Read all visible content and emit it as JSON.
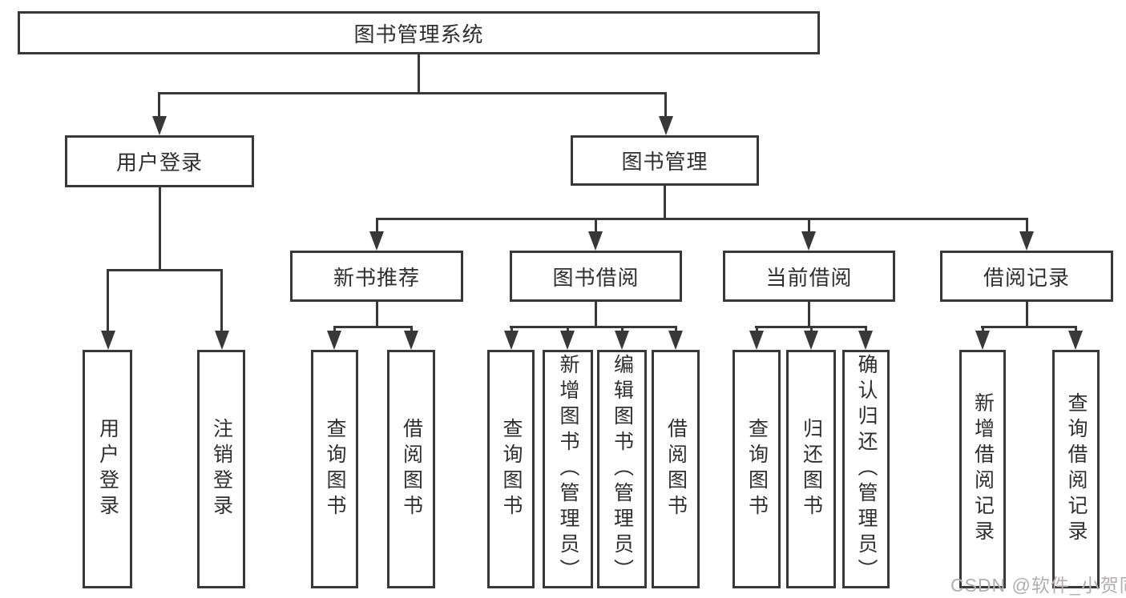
{
  "tree": {
    "root": {
      "label": "图书管理系统"
    },
    "user_login": {
      "label": "用户登录",
      "children": {
        "login": {
          "label": "用户登录"
        },
        "logout": {
          "label": "注销登录"
        }
      }
    },
    "book_mgmt": {
      "label": "图书管理",
      "children": {
        "new_book_rec": {
          "label": "新书推荐",
          "children": {
            "query_books": {
              "label": "查询图书"
            },
            "borrow_books": {
              "label": "借阅图书"
            }
          }
        },
        "book_borrow": {
          "label": "图书借阅",
          "children": {
            "query_books": {
              "label": "查询图书"
            },
            "add_books": {
              "label": "新增图书（管理员）"
            },
            "edit_books": {
              "label": "编辑图书（管理员）"
            },
            "borrow_books": {
              "label": "借阅图书"
            }
          }
        },
        "current_borrow": {
          "label": "当前借阅",
          "children": {
            "query_books": {
              "label": "查询图书"
            },
            "return_books": {
              "label": "归还图书"
            },
            "confirm_return": {
              "label": "确认归还（管理员）"
            }
          }
        },
        "borrow_records": {
          "label": "借阅记录",
          "children": {
            "add_record": {
              "label": "新增借阅记录"
            },
            "query_record": {
              "label": "查询借阅记录"
            }
          }
        }
      }
    }
  },
  "watermark": "CSDN @软件_小贺同学",
  "colors": {
    "line": "#383838",
    "text": "#2f2f2f",
    "background": "#ffffff",
    "watermark": "#b1aeae"
  }
}
